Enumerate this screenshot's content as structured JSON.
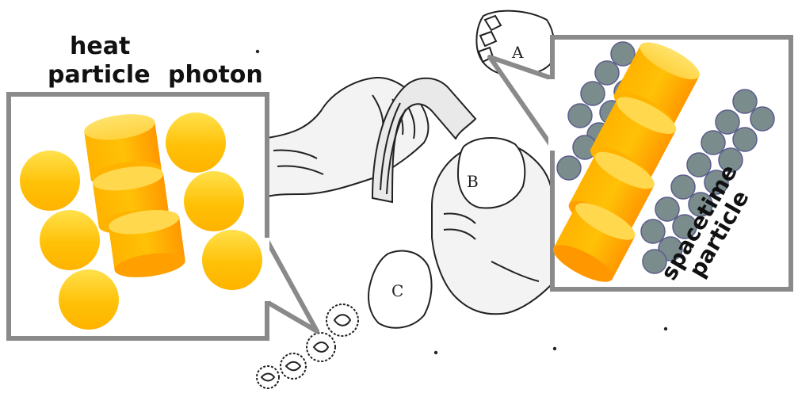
{
  "labels": {
    "heat_particle_line1": "heat",
    "heat_particle_line2": "particle",
    "photon": "photon",
    "spacetime_line1": "spacetime",
    "spacetime_line2": "particle"
  },
  "sketch_letters": {
    "a": "A",
    "b": "B",
    "c": "C"
  },
  "colors": {
    "particle_yellow": "#FFC107",
    "particle_orange": "#FF9800",
    "spacetime_grey": "#7A8C8C",
    "callout_border": "#8A8A8A"
  }
}
